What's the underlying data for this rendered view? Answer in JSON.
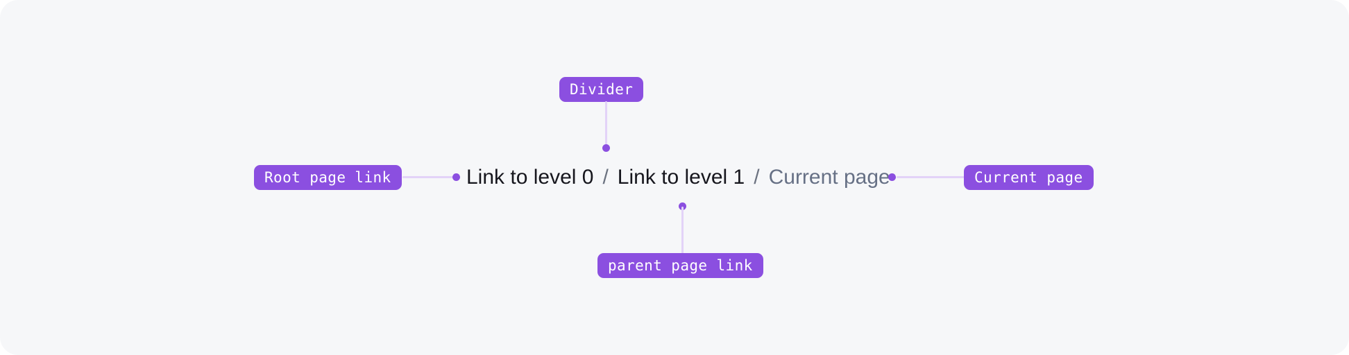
{
  "canvas": {
    "background_color": "#f6f7f9",
    "accent_color": "#8b4fe0",
    "connector_color": "#e3d3f8",
    "link_text_color": "#16161d",
    "current_text_color": "#667085",
    "separator_color": "#6b7280"
  },
  "annotations": {
    "divider": {
      "label": "Divider"
    },
    "root_page_link": {
      "label": "Root page link"
    },
    "current_page": {
      "label": "Current page"
    },
    "parent_page_link": {
      "label": "parent page link"
    }
  },
  "breadcrumb": {
    "items": [
      {
        "label": "Link to level 0",
        "state": "link"
      },
      {
        "label": "Link to level 1",
        "state": "link"
      },
      {
        "label": "Current page",
        "state": "current"
      }
    ],
    "separator": "/"
  }
}
